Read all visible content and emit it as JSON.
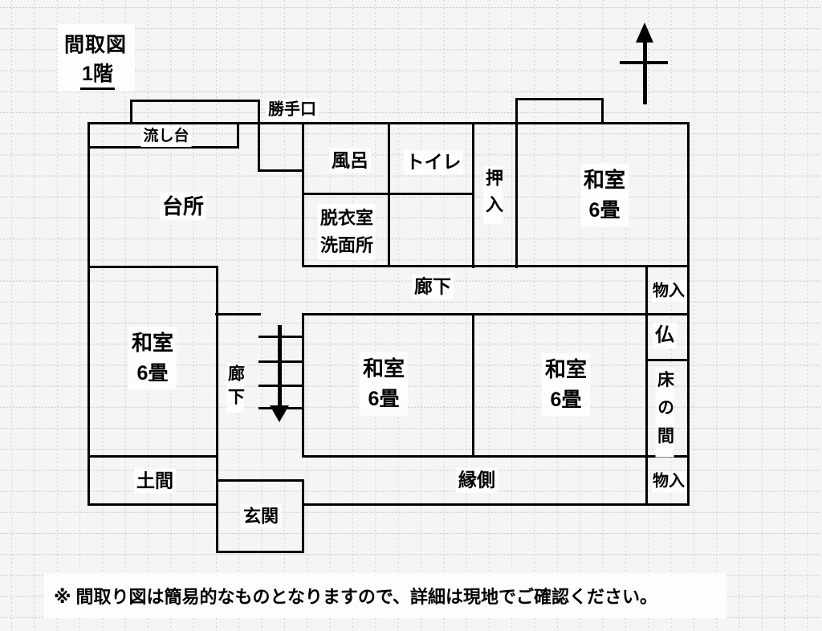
{
  "title": {
    "text": "間取図",
    "floor": "1階"
  },
  "compass": {
    "icon": "north-arrow-up"
  },
  "plan": {
    "labels": {
      "back_door": "勝手口",
      "sink": "流し台",
      "kitchen": "台所",
      "bath": "風呂",
      "toilet": "トイレ",
      "dressing_washroom": "脱衣室\n洗面所",
      "closet": "押入",
      "corridor_upper": "廊下",
      "corridor_lower": "廊下",
      "storage_upper": "物入",
      "butsuma": "仏",
      "tokonoma": "床の間",
      "doma": "土間",
      "genkan": "玄関",
      "engawa": "縁側",
      "storage_lower": "物入"
    },
    "rooms": {
      "washitsu_ne": {
        "name": "和室",
        "size": "6畳"
      },
      "washitsu_west": {
        "name": "和室",
        "size": "6畳"
      },
      "washitsu_center": {
        "name": "和室",
        "size": "6畳"
      },
      "washitsu_east": {
        "name": "和室",
        "size": "6畳"
      }
    },
    "stairs": {
      "icon": "arrow-down",
      "steps": 4
    }
  },
  "footer": {
    "note": "※ 間取り図は簡易的なものとなりますので、詳細は現地でご確認ください。"
  },
  "colors": {
    "background": "#f5f5f3",
    "grid_line": "#c9c9c9",
    "wall": "#000000",
    "text": "#000000",
    "label_background": "#fdfdfc"
  }
}
